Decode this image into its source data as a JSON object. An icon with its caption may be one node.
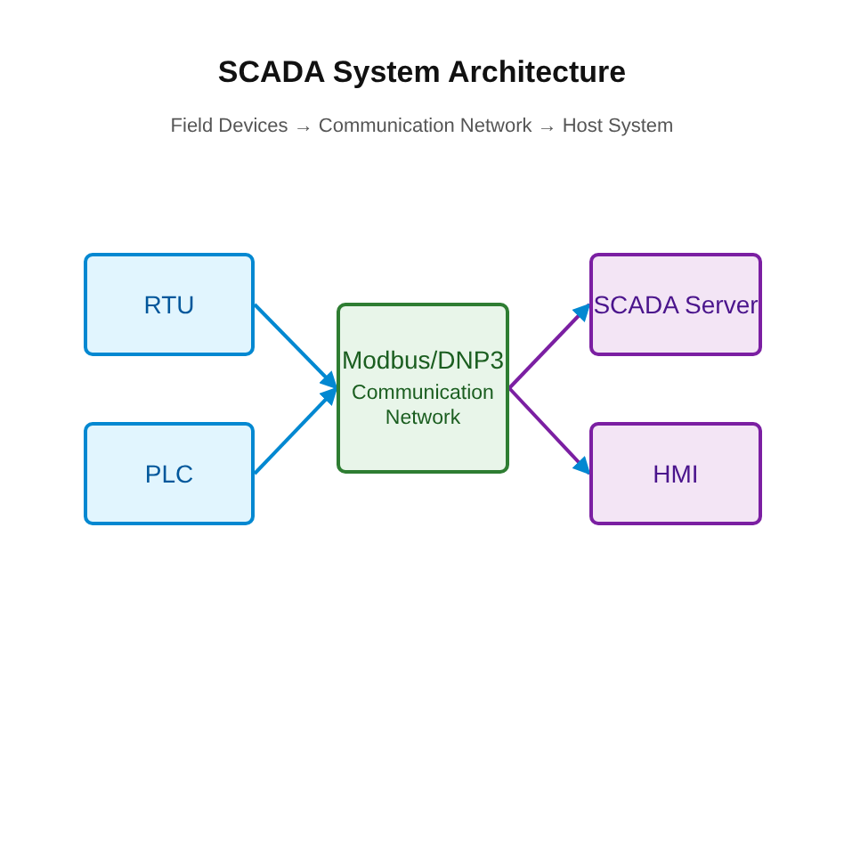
{
  "diagram": {
    "title": "SCADA System Architecture",
    "nodes": [
      {
        "text": [
          "RTU"
        ]
      },
      {
        "text": [
          "PLC"
        ]
      },
      {
        "text": [
          "Modbus/DNP3",
          "Communication Network"
        ]
      },
      {
        "text": [
          "SCADA Server"
        ]
      },
      {
        "text": [
          "HMI"
        ]
      }
    ],
    "edges": [
      {
        "from": 0,
        "to": 2,
        "arrow": "to"
      },
      {
        "from": 1,
        "to": 2,
        "arrow": "to"
      },
      {
        "from": 2,
        "to": 3,
        "arrow": "to",
        "color": "#7b1fa2"
      },
      {
        "from": 2,
        "to": 4,
        "arrow": "to",
        "color": "#7b1fa2"
      }
    ],
    "labels": [
      "Field Devices → Communication Network → Host System"
    ]
  }
}
